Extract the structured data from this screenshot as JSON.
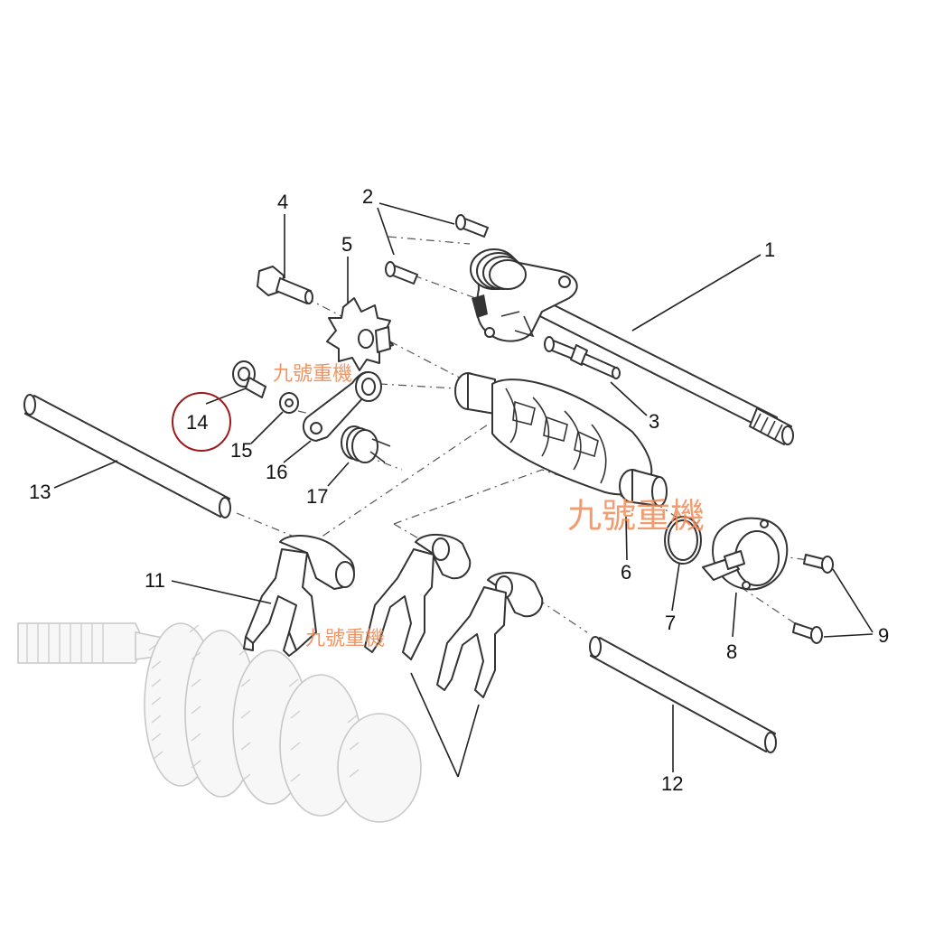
{
  "callouts": {
    "c1": "1",
    "c2": "2",
    "c3": "3",
    "c4": "4",
    "c5": "5",
    "c6": "6",
    "c7": "7",
    "c8": "8",
    "c9": "9",
    "c11": "11",
    "c12": "12",
    "c13": "13",
    "c14": "14",
    "c15": "15",
    "c16": "16",
    "c17": "17"
  },
  "watermark": {
    "small_1": "九號重機",
    "large": "九號重機",
    "small_2": "九號重機"
  },
  "colors": {
    "line": "#333333",
    "watermark": "#f08a55",
    "highlight_circle": "#9b1b1b"
  },
  "highlighted_callout": "14"
}
